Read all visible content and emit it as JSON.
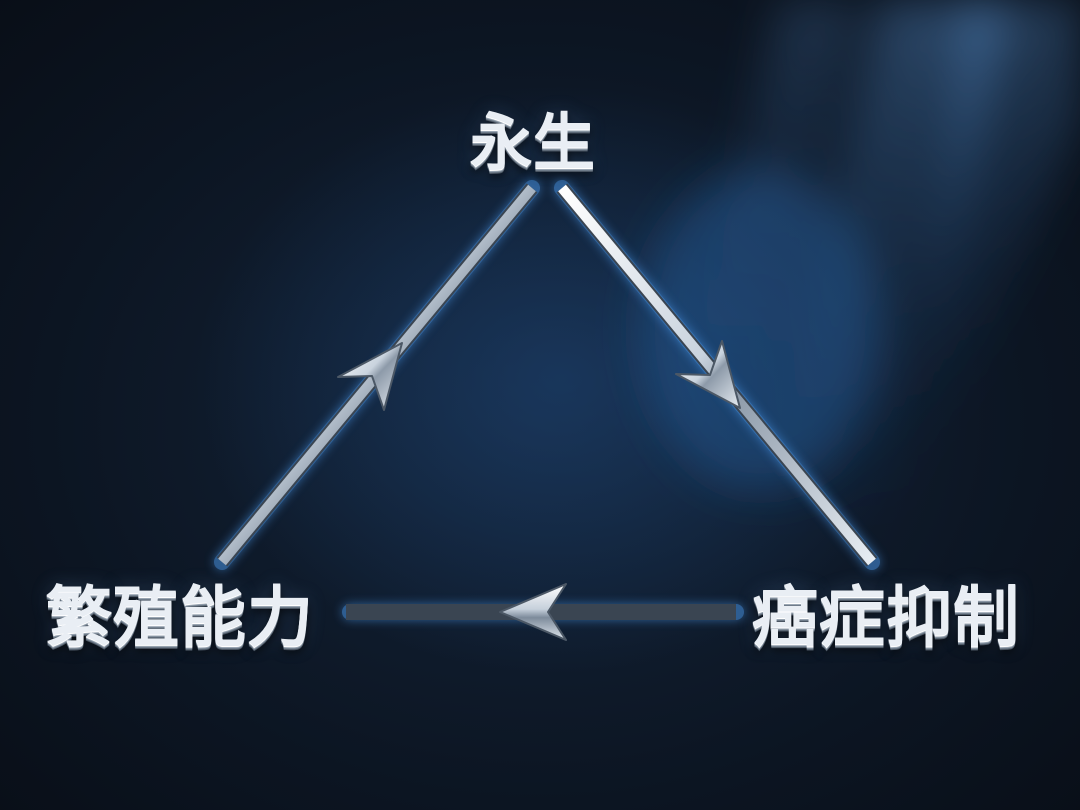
{
  "nodes": {
    "top": {
      "label": "永生"
    },
    "left": {
      "label": "繁殖能力"
    },
    "right": {
      "label": "癌症抑制"
    }
  },
  "edges": [
    {
      "from": "left",
      "to": "top",
      "style": "arrow"
    },
    {
      "from": "top",
      "to": "right",
      "style": "arrow"
    },
    {
      "from": "right",
      "to": "left",
      "style": "arrow"
    }
  ],
  "colors": {
    "background": "#0b121c",
    "glow": "#3f86d6",
    "metal_light": "#f2f6fa",
    "metal_dark": "#6b7a8c",
    "text": "#e9eef4"
  }
}
